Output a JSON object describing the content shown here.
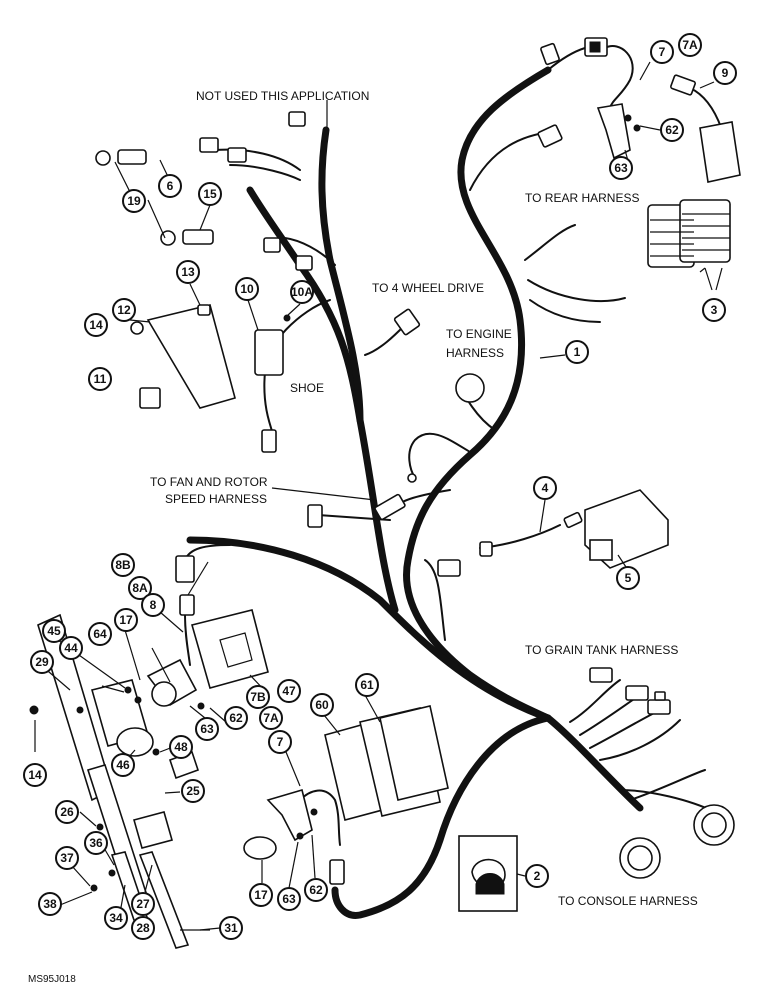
{
  "labels": {
    "not_used": "NOT USED THIS APPLICATION",
    "to_rear": "TO REAR HARNESS",
    "to_4wd": "TO 4 WHEEL DRIVE",
    "to_engine_1": "TO ENGINE",
    "to_engine_2": "HARNESS",
    "shoe": "SHOE",
    "to_fan_1": "TO FAN AND ROTOR",
    "to_fan_2": "SPEED HARNESS",
    "to_grain": "TO GRAIN TANK HARNESS",
    "to_console": "TO CONSOLE HARNESS",
    "drawing_code": "MS95J018"
  },
  "callouts": [
    "7",
    "7A",
    "9",
    "62",
    "63",
    "3",
    "1",
    "6",
    "15",
    "19",
    "13",
    "10",
    "10A",
    "12",
    "14",
    "11",
    "4",
    "5",
    "8B",
    "8A",
    "8",
    "17",
    "64",
    "45",
    "44",
    "29",
    "62",
    "63",
    "47",
    "7B",
    "7A",
    "7",
    "48",
    "46",
    "14",
    "25",
    "26",
    "36",
    "37",
    "38",
    "34",
    "27",
    "28",
    "31",
    "17",
    "63",
    "62",
    "60",
    "61",
    "2"
  ]
}
